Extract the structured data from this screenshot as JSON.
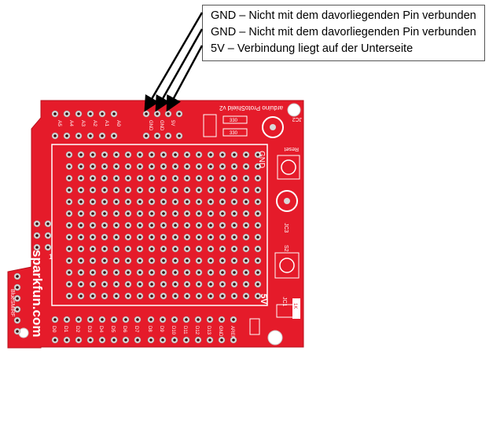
{
  "annotations": [
    "GND – Nicht mit dem davorliegenden Pin verbunden",
    "GND – Nicht mit dem davorliegenden Pin verbunden",
    "5V – Verbindung liegt auf der Unterseite"
  ],
  "board": {
    "title": "arduino ProtoShield v2",
    "brand": "sparkfun.com",
    "bluesmirf": "BlueSMiRF",
    "labels": {
      "gnd_top": "GND",
      "five_v": "5V",
      "reset": "Reset",
      "jc1": "JC1",
      "jc2": "JC2",
      "jc3": "JC3",
      "s2": "S2",
      "one": "1",
      "r330_a": "330",
      "r330_b": "330",
      "r1k": "1K",
      "analog": [
        "A5",
        "A4",
        "A3",
        "A2",
        "A1",
        "A0"
      ],
      "power": [
        "GND",
        "GND",
        "5V"
      ],
      "digital_low": [
        "D0",
        "D1",
        "D2",
        "D3",
        "D4",
        "D5",
        "D6",
        "D7"
      ],
      "digital_high": [
        "D8",
        "D9",
        "D10",
        "D11",
        "D12",
        "D13",
        "GND",
        "AREF"
      ]
    },
    "colors": {
      "pcb": "#e51b2a",
      "silk": "#ffffff",
      "pad": "#d8d8d8",
      "hole": "#3a0a0a"
    }
  }
}
